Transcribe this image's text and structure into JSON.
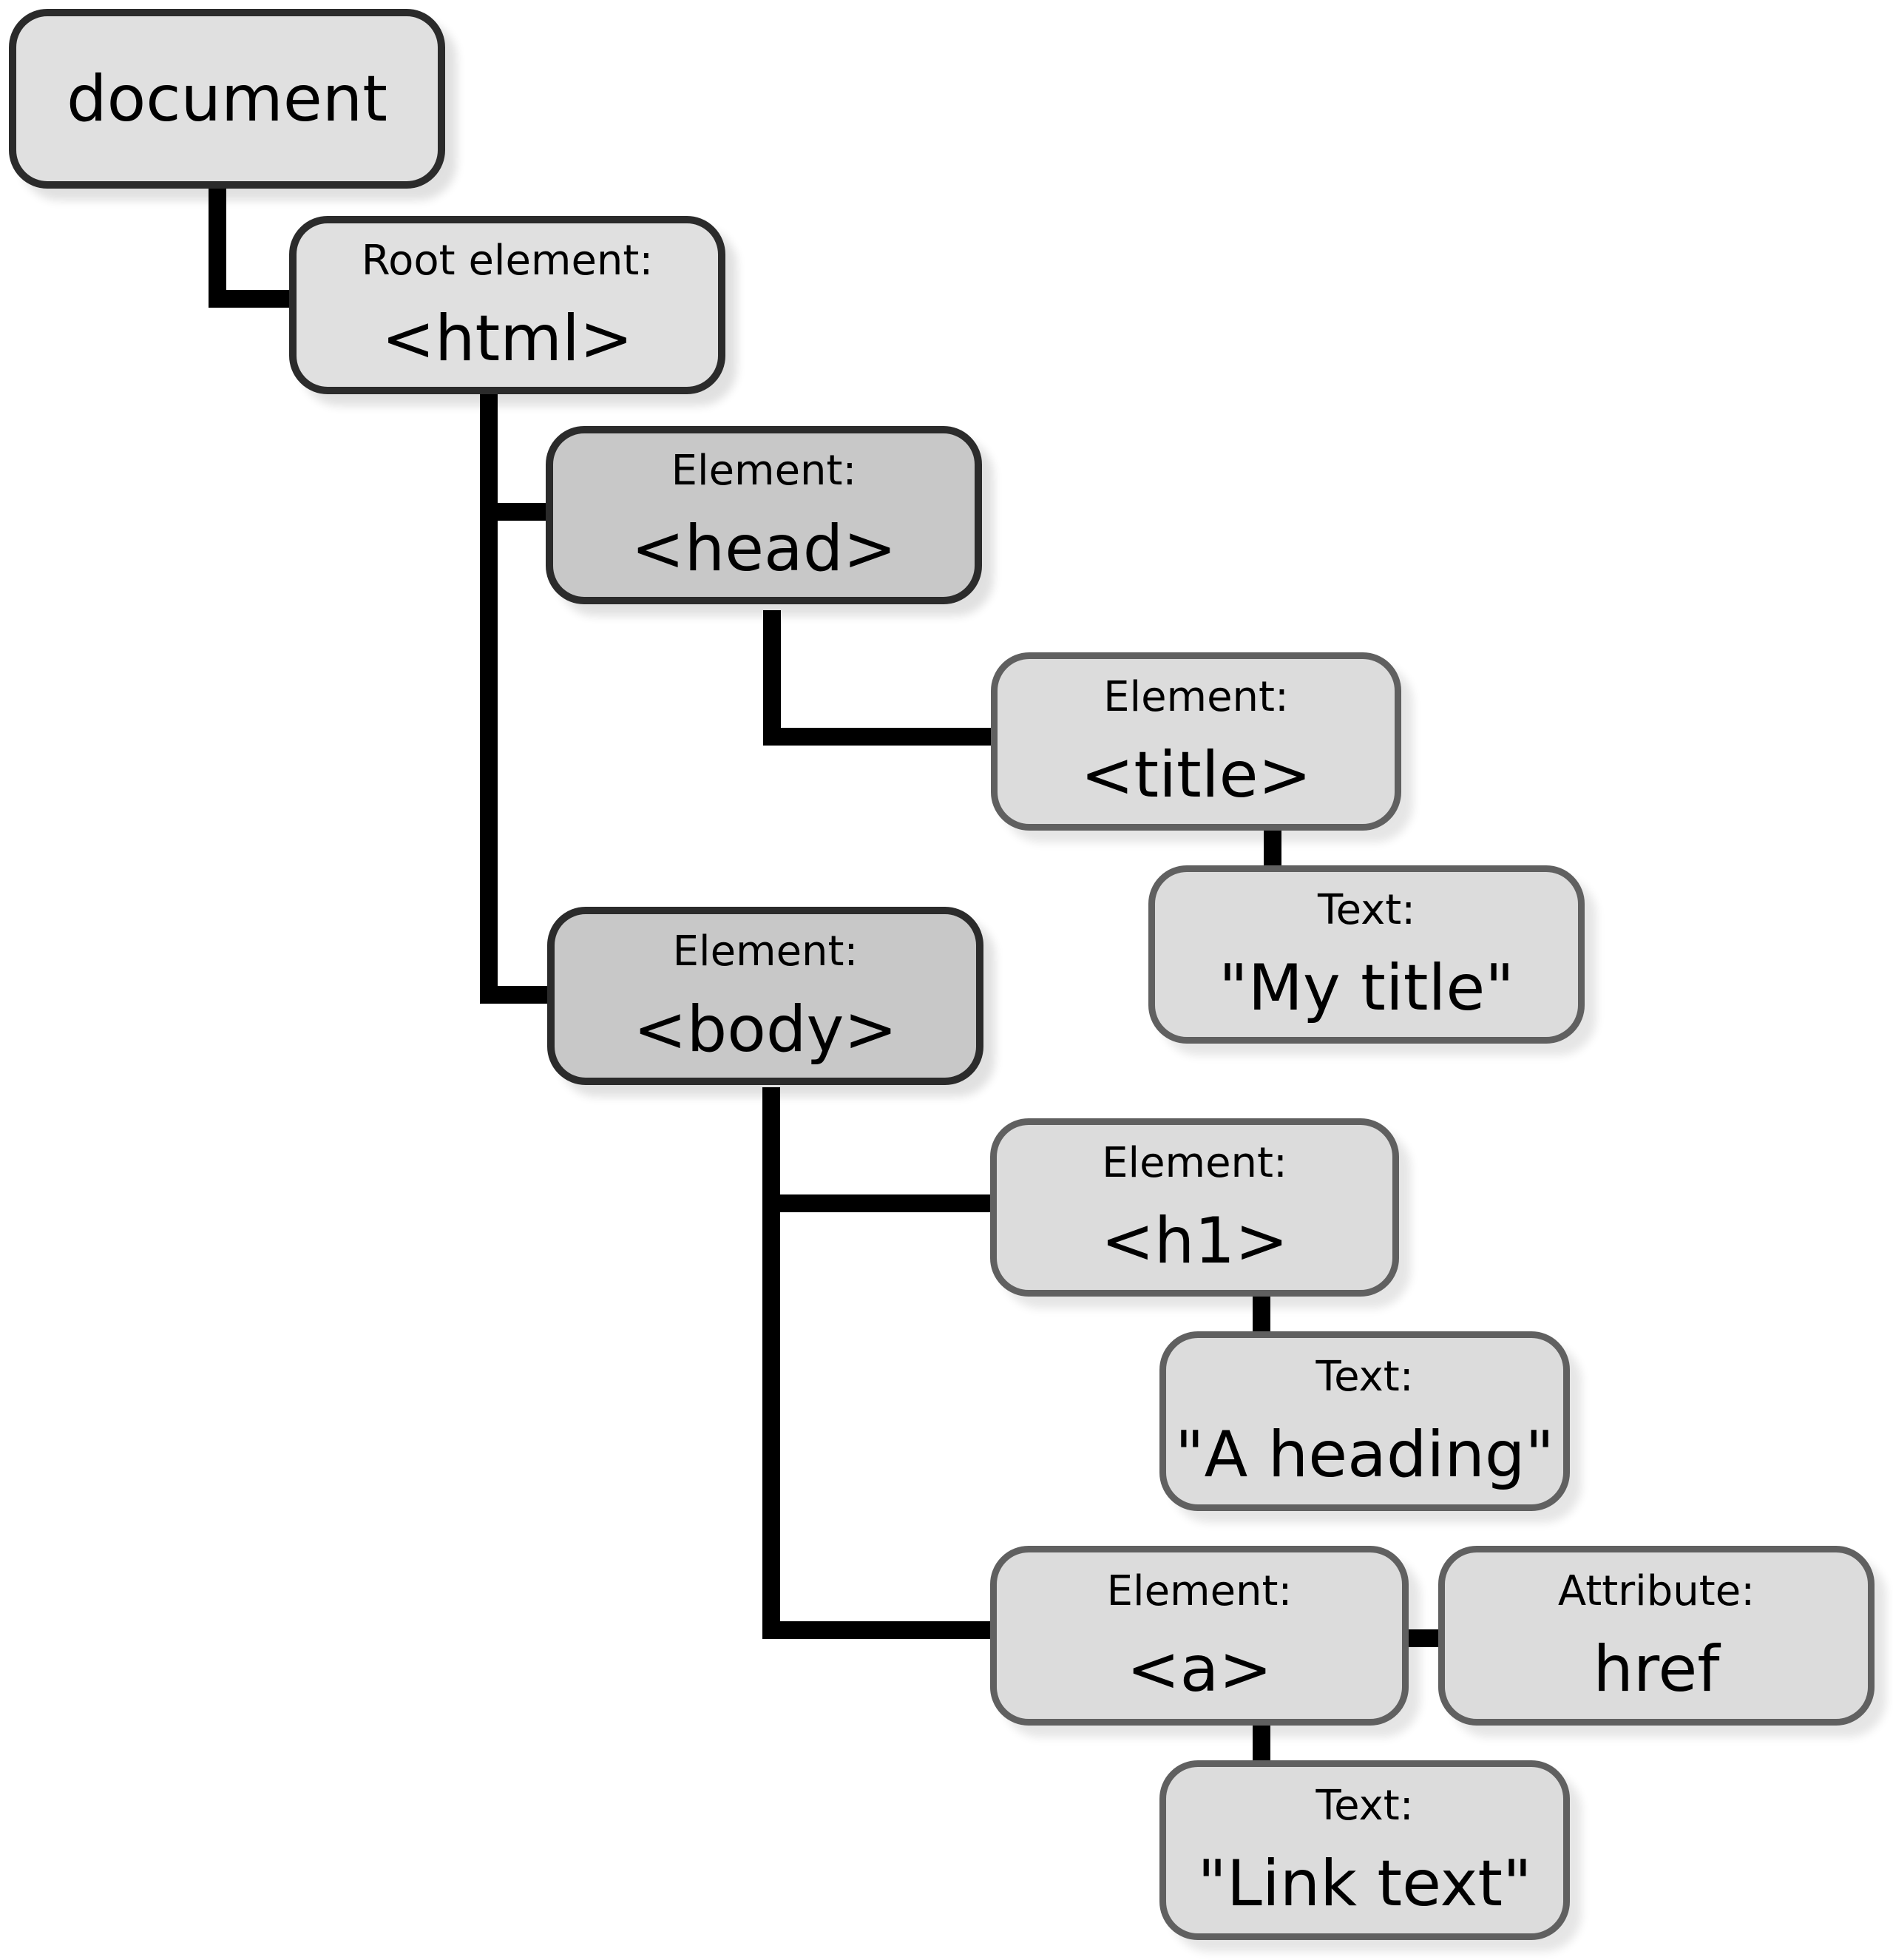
{
  "nodes": {
    "document": {
      "value": "document"
    },
    "html": {
      "label": "Root element:",
      "value": "<html>"
    },
    "head": {
      "label": "Element:",
      "value": "<head>"
    },
    "title": {
      "label": "Element:",
      "value": "<title>"
    },
    "title_text": {
      "label": "Text:",
      "value": "\"My title\""
    },
    "body": {
      "label": "Element:",
      "value": "<body>"
    },
    "h1": {
      "label": "Element:",
      "value": "<h1>"
    },
    "h1_text": {
      "label": "Text:",
      "value": "\"A heading\""
    },
    "a": {
      "label": "Element:",
      "value": "<a>"
    },
    "a_attr": {
      "label": "Attribute:",
      "value": "href"
    },
    "a_text": {
      "label": "Text:",
      "value": "\"Link text\""
    }
  }
}
